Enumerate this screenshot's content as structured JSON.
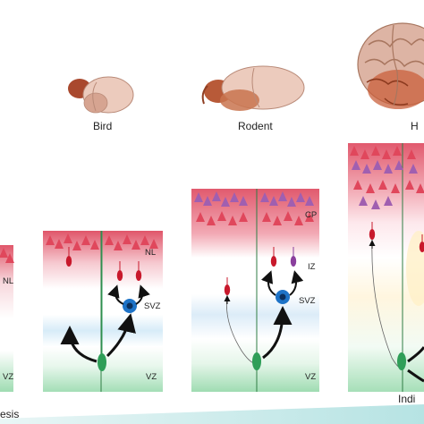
{
  "species": [
    "Bird",
    "Rodent",
    "H"
  ],
  "zones": {
    "left_panel": [
      "NL",
      "VZ"
    ],
    "bird": [
      "NL",
      "SVZ",
      "VZ"
    ],
    "rodent": [
      "CP",
      "IZ",
      "SVZ",
      "VZ"
    ]
  },
  "bottom_labels": [
    "esis",
    "Indi"
  ],
  "colors": {
    "top_band": "#e0566a",
    "neuron_red": "#c8192c",
    "neuron_purple": "#8a3f9d",
    "radial_glia": "#2f9e58",
    "ipc_blue": "#1e73c7",
    "brain_brown": "#b15b3a",
    "brain_pink": "#ecc4b6",
    "gradient_teal": "#bfe6e6"
  }
}
